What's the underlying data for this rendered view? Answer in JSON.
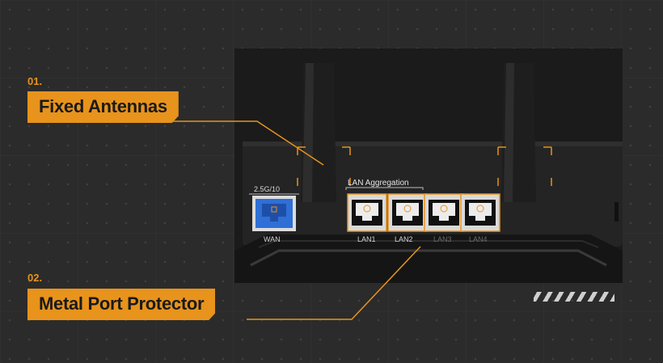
{
  "callouts": [
    {
      "number": "01.",
      "label": "Fixed Antennas"
    },
    {
      "number": "02.",
      "label": "Metal Port Protector"
    }
  ],
  "router": {
    "speed_label": "2.5G/10",
    "aggregation_label": "LAN Aggregation",
    "ports": [
      {
        "name": "WAN",
        "color": "#2f6fd6"
      },
      {
        "name": "LAN1",
        "color": "#ffffff"
      },
      {
        "name": "LAN2",
        "color": "#ffffff"
      },
      {
        "name": "LAN3",
        "color": "#ffffff"
      },
      {
        "name": "LAN4",
        "color": "#ffffff"
      }
    ]
  },
  "colors": {
    "accent": "#e8931c",
    "background": "#2b2b2b"
  }
}
